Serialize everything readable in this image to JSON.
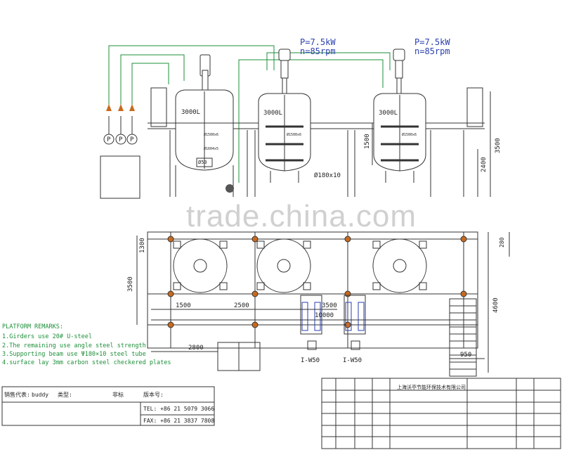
{
  "motors": [
    {
      "power": "P=7.5kW",
      "speed": "n=85rpm"
    },
    {
      "power": "P=7.5kW",
      "speed": "n=85rpm"
    }
  ],
  "tanks": [
    {
      "volume": "3000L",
      "dims": [
        "Ø1500x6",
        "Ø1604x5"
      ],
      "outlet": "Ø50"
    },
    {
      "volume": "3000L",
      "dims": [
        "Ø1500x6"
      ]
    },
    {
      "volume": "3000L",
      "dims": [
        "Ø1500x6"
      ]
    }
  ],
  "pressure_gauges": [
    "P",
    "P",
    "P"
  ],
  "dimensions": {
    "tank_height": "1500",
    "total_height": "3500",
    "platform_height": "2400",
    "tube": "Ø180x10",
    "plan_depth": "3500",
    "plan_top": "1300",
    "span1": "1500",
    "span2": "2500",
    "span3": "3500",
    "total_length": "10000",
    "stair_width": "2800",
    "right_depth": "4600",
    "stair_run": "950",
    "small": "280",
    "pump1": "I-W50",
    "pump2": "I-W50"
  },
  "remarks": {
    "title": "PLATFORM REMARKS:",
    "items": [
      "1.Girders use 20# U-steel",
      "2.The remaining use angle steel strength",
      "3.Supporting beam use Ψ180×10 steel tube",
      "4.surface lay 3mm carbon steel checkered plates"
    ]
  },
  "footer": {
    "sales_label": "销售代表:",
    "sales_value": "buddy",
    "type_label": "类型:",
    "type_value": "非标",
    "version_label": "版本号:",
    "tel": "TEL: +86 21 5079 3066",
    "fax": "FAX: +86 21 3837 7808"
  },
  "title_block": {
    "company": "上海沃亭节能环保技术有限公司"
  },
  "watermark": "trade.china.com"
}
